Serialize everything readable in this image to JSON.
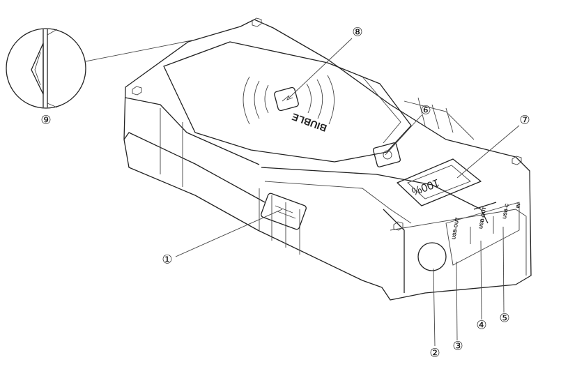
{
  "product": {
    "brand_logo": "BIUBLE",
    "display_reading": "100%",
    "port_labels": [
      "USB-OUT",
      "USB-OUT",
      "USB-C",
      "IN"
    ]
  },
  "callouts": [
    "①",
    "②",
    "③",
    "④",
    "⑤",
    "⑥",
    "⑦",
    "⑧",
    "⑨"
  ],
  "colors": {
    "line": "#222222",
    "background": "#ffffff"
  }
}
